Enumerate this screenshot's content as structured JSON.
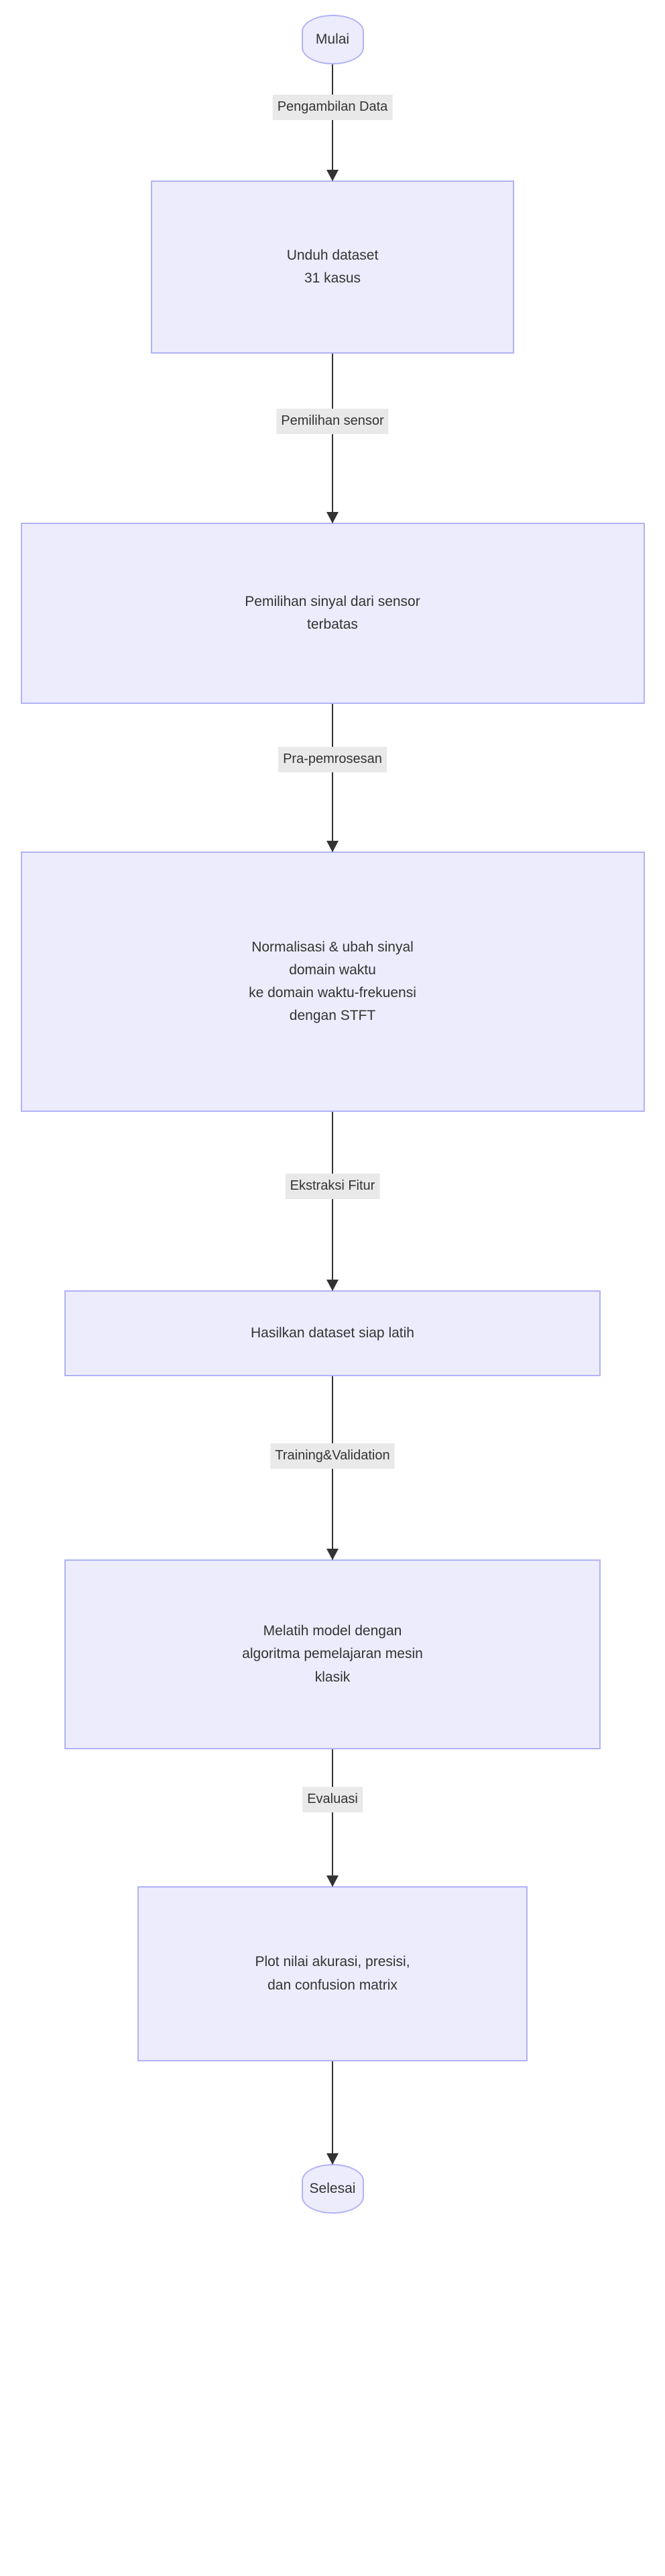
{
  "diagram": {
    "type": "flowchart",
    "direction": "top-to-bottom",
    "colors": {
      "node_fill": "#ECECFC",
      "node_border": "#B1B2F5",
      "edge_label_background": "#E9E9E9",
      "text": "#333333",
      "arrow": "#333333",
      "canvas": "#FFFFFF"
    },
    "nodes": [
      {
        "id": "start",
        "shape": "stadium",
        "lines": [
          "Mulai"
        ]
      },
      {
        "id": "download",
        "shape": "rect",
        "lines": [
          "Unduh dataset",
          "31 kasus"
        ]
      },
      {
        "id": "sensor",
        "shape": "rect",
        "lines": [
          "Pemilihan sinyal dari sensor",
          "terbatas"
        ]
      },
      {
        "id": "preproc",
        "shape": "rect",
        "lines": [
          "Normalisasi & ubah sinyal",
          "domain waktu",
          "ke domain waktu-frekuensi",
          "dengan STFT"
        ]
      },
      {
        "id": "features",
        "shape": "rect",
        "lines": [
          "Hasilkan dataset siap latih"
        ]
      },
      {
        "id": "train",
        "shape": "rect",
        "lines": [
          "Melatih model dengan",
          "algoritma pemelajaran mesin",
          "klasik"
        ]
      },
      {
        "id": "plot",
        "shape": "rect",
        "lines": [
          "Plot nilai akurasi, presisi,",
          "dan confusion matrix"
        ]
      },
      {
        "id": "end",
        "shape": "stadium",
        "lines": [
          "Selesai"
        ]
      }
    ],
    "edges": [
      {
        "from": "start",
        "to": "download",
        "label": "Pengambilan Data"
      },
      {
        "from": "download",
        "to": "sensor",
        "label": "Pemilihan sensor"
      },
      {
        "from": "sensor",
        "to": "preproc",
        "label": "Pra-pemrosesan"
      },
      {
        "from": "preproc",
        "to": "features",
        "label": "Ekstraksi Fitur"
      },
      {
        "from": "features",
        "to": "train",
        "label": "Training&Validation"
      },
      {
        "from": "train",
        "to": "plot",
        "label": "Evaluasi"
      },
      {
        "from": "plot",
        "to": "end",
        "label": ""
      }
    ]
  }
}
